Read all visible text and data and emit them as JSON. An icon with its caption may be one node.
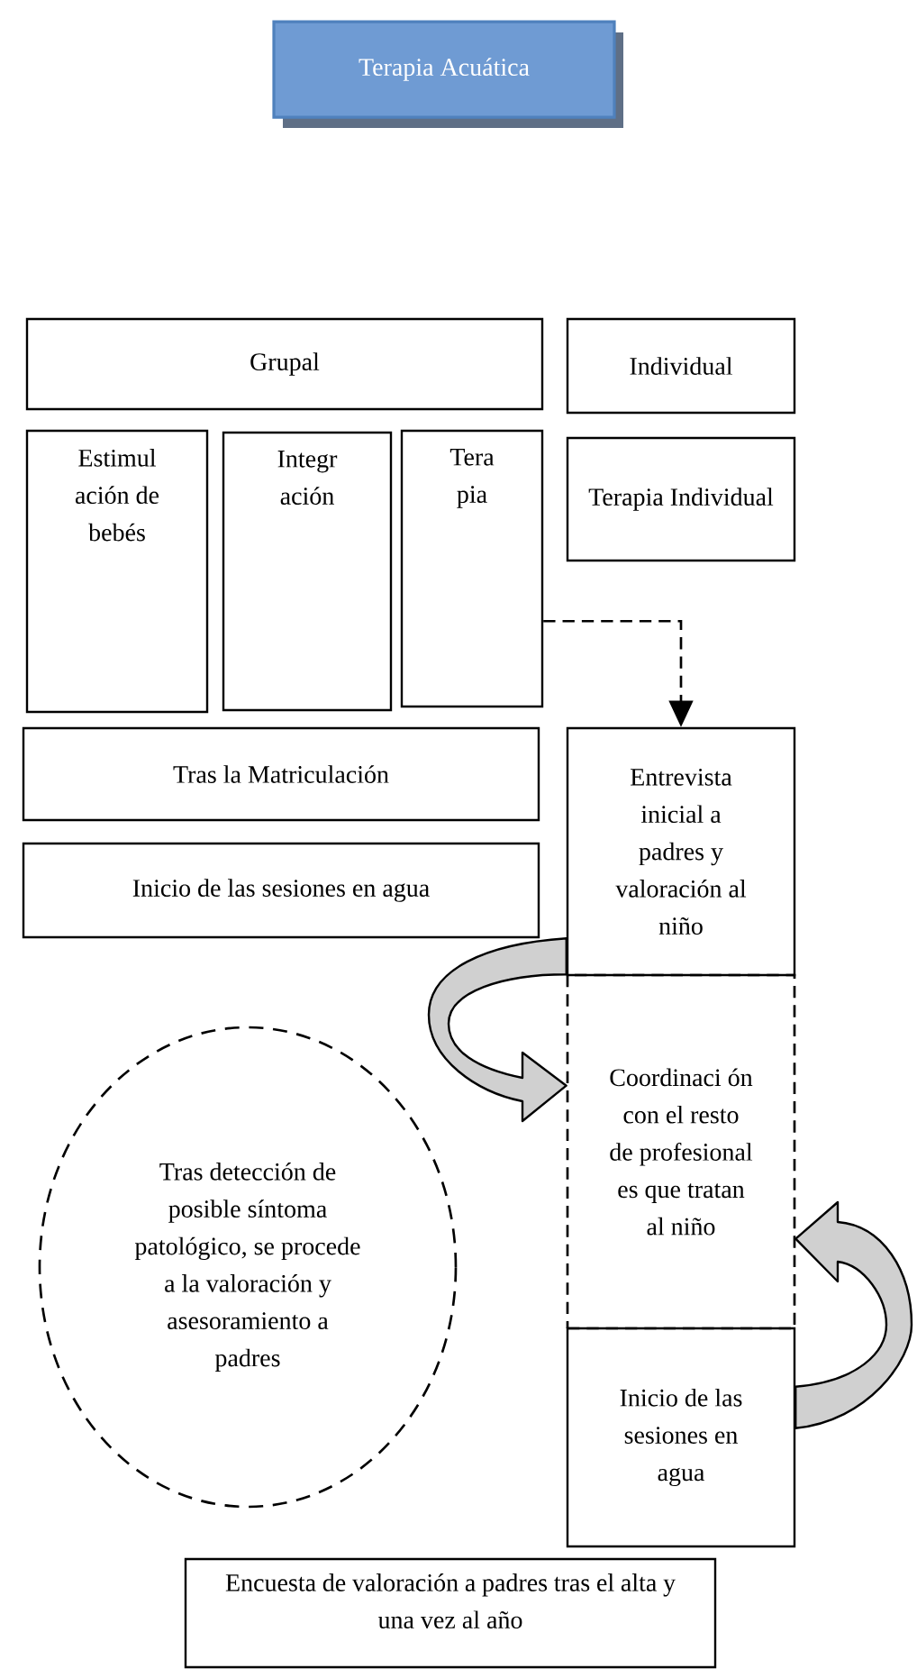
{
  "diagram": {
    "nodes": [
      {
        "text": [
          "Terapia Acuática"
        ]
      },
      {
        "text": [
          "Grupal"
        ]
      },
      {
        "text": [
          "Individual"
        ]
      },
      {
        "text": [
          "Estimul ación de bebés"
        ]
      },
      {
        "text": [
          "Integr ación"
        ]
      },
      {
        "text": [
          "Tera pia"
        ]
      },
      {
        "text": [
          "Terapia Individual"
        ]
      },
      {
        "text": [
          "Tras la Matriculación"
        ]
      },
      {
        "text": [
          "Inicio de las sesiones en agua"
        ]
      },
      {
        "text": [
          "Entrevista inicial a padres y valoración al niño"
        ]
      },
      {
        "text": [
          "Coordinaci ón con el resto de profesional es que tratan al niño"
        ]
      },
      {
        "text": [
          "Tras detección de posible síntoma patológico, se procede a la valoración y asesoramiento a padres"
        ]
      },
      {
        "text": [
          "Inicio de las sesiones en agua"
        ]
      },
      {
        "text": [
          "Encuesta de valoración a padres tras el alta y una vez al año"
        ]
      }
    ],
    "edges": [
      {
        "from": 5,
        "to": 9,
        "arrow": "to",
        "style": "dashed"
      },
      {
        "from": 9,
        "to": 10,
        "arrow": "to",
        "style": "thick"
      },
      {
        "from": 12,
        "to": 10,
        "arrow": "to",
        "style": "thick"
      }
    ]
  }
}
